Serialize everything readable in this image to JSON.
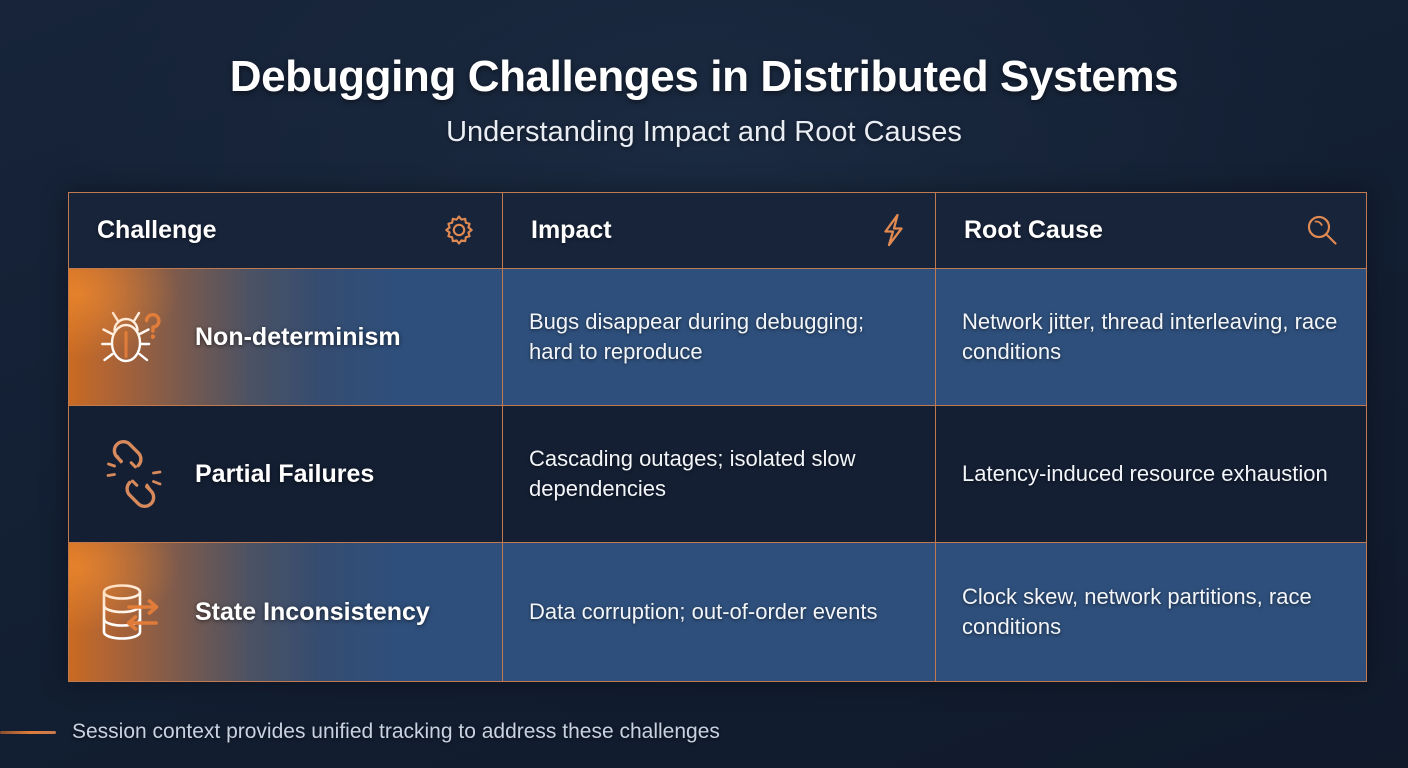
{
  "header": {
    "title": "Debugging Challenges in Distributed Systems",
    "subtitle": "Understanding Impact and Root Causes"
  },
  "colors": {
    "accent_orange": "#e07b3a",
    "border_orange": "#c1794f",
    "row_blue": "#2e4f7b",
    "row_dark": "#141f33",
    "background": "#131f33",
    "text_primary": "#ffffff",
    "text_secondary": "#c8d2e0"
  },
  "table": {
    "columns": [
      {
        "label": "Challenge",
        "icon": "gear-icon"
      },
      {
        "label": "Impact",
        "icon": "lightning-bolt-icon"
      },
      {
        "label": "Root Cause",
        "icon": "magnifier-icon"
      }
    ],
    "rows": [
      {
        "challenge": "Non-determinism",
        "icon": "bug-question-icon",
        "impact": "Bugs disappear during debugging; hard to reproduce",
        "root_cause": "Network jitter, thread interleaving, race conditions",
        "style": "blue"
      },
      {
        "challenge": "Partial Failures",
        "icon": "broken-chain-icon",
        "impact": "Cascading outages; isolated slow dependencies",
        "root_cause": "Latency-induced resource exhaustion",
        "style": "dark"
      },
      {
        "challenge": "State Inconsistency",
        "icon": "database-sync-icon",
        "impact": "Data corruption; out-of-order events",
        "root_cause": "Clock skew, network partitions, race conditions",
        "style": "blue"
      }
    ]
  },
  "footer": {
    "text": "Session context provides unified tracking to address these challenges"
  }
}
